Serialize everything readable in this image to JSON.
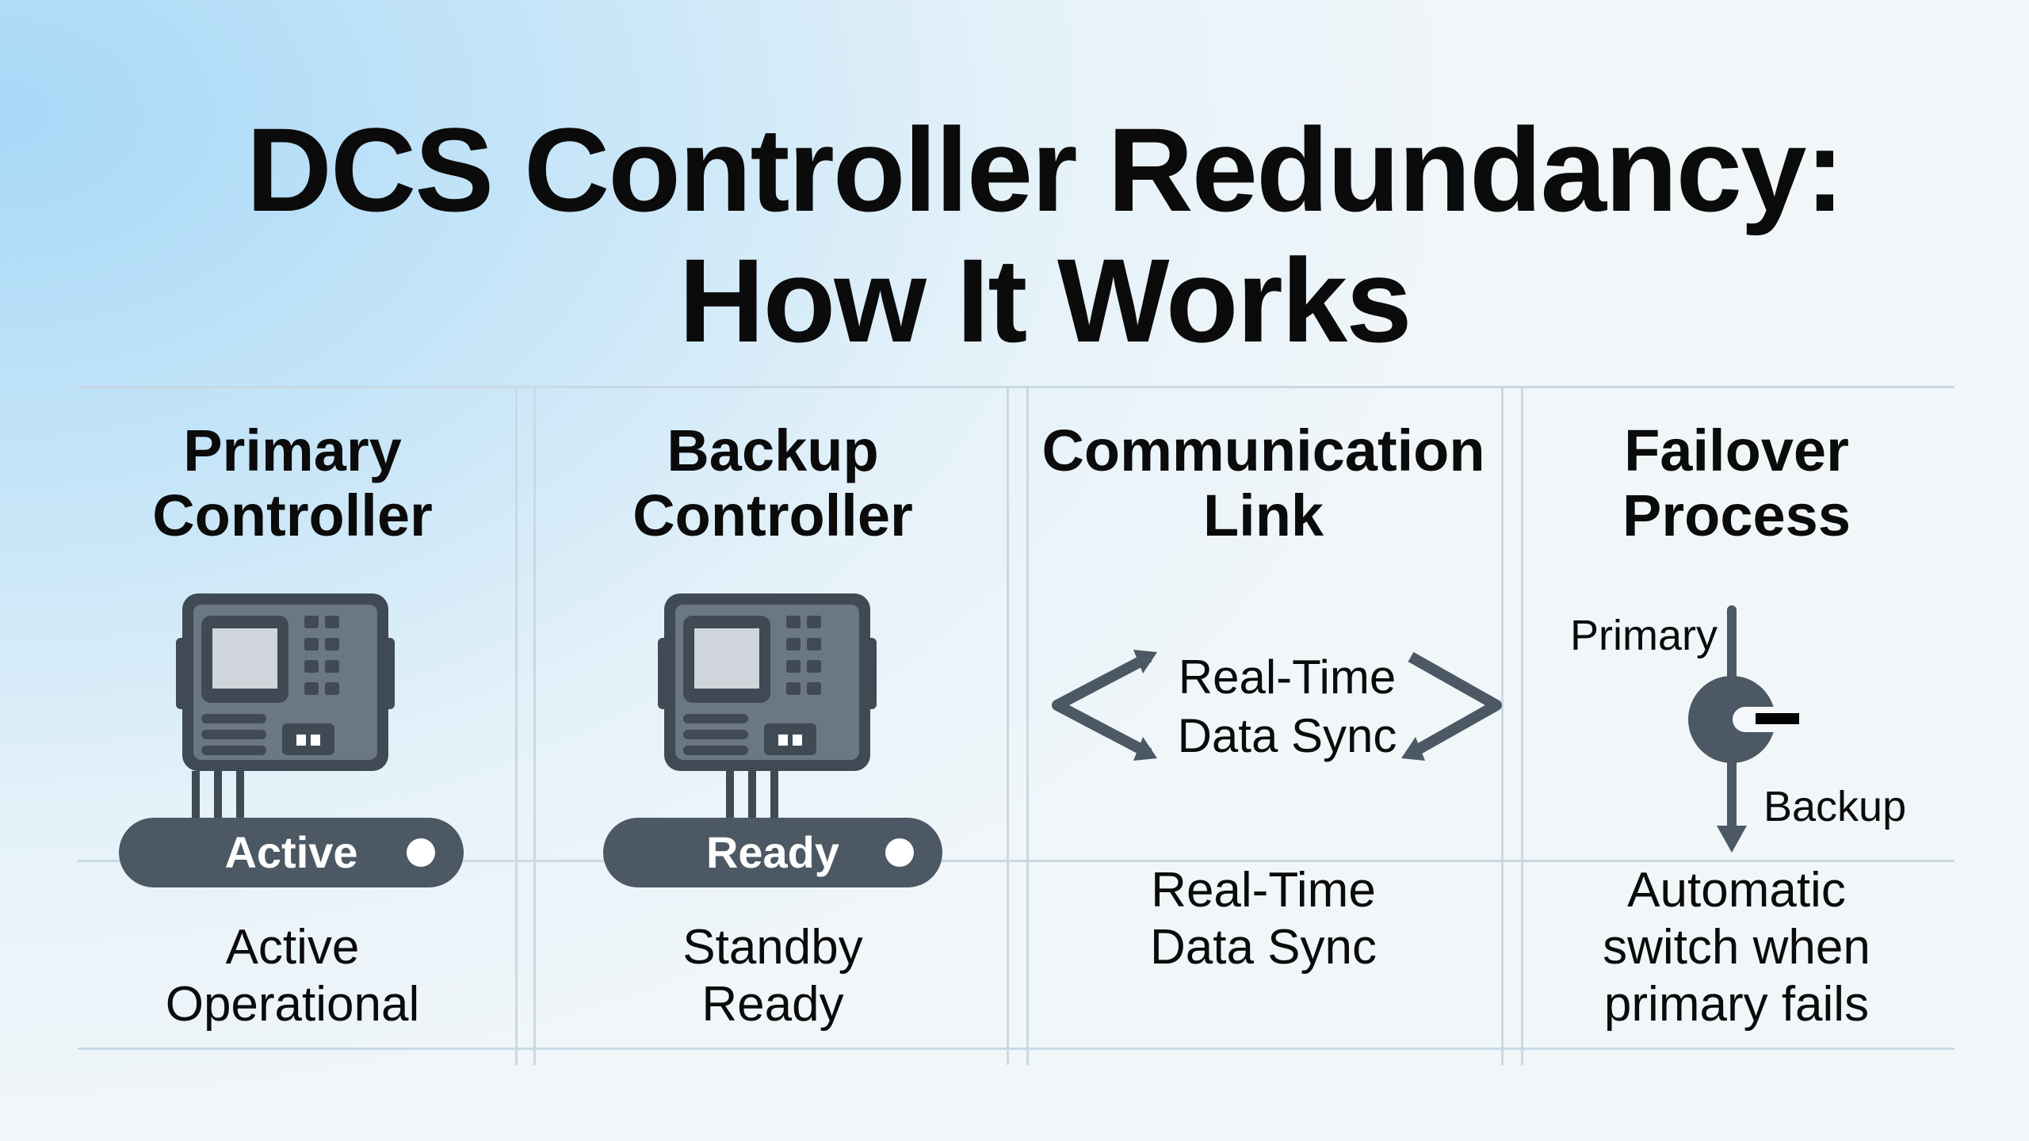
{
  "title": {
    "line1": "DCS Controller Redundancy:",
    "line2": "How It Works"
  },
  "columns": [
    {
      "heading1": "Primary",
      "heading2": "Controller",
      "status": "Active",
      "desc": [
        "Active",
        "Operational"
      ]
    },
    {
      "heading1": "Backup",
      "heading2": "Controller",
      "status": "Ready",
      "desc": [
        "Standby",
        "Ready"
      ]
    },
    {
      "heading1": "Communication",
      "heading2": "Link",
      "diagram": [
        "Real-Time",
        "Data Sync"
      ],
      "desc": [
        "Real-Time",
        "Data Sync"
      ]
    },
    {
      "heading1": "Failover",
      "heading2": "Process",
      "diagram": {
        "top": "Primary",
        "bottom": "Backup"
      },
      "desc": [
        "Automatic",
        "switch when",
        "primary fails"
      ]
    }
  ],
  "colors": {
    "icon": "#4c5863",
    "grid": "#c9d9e4"
  }
}
